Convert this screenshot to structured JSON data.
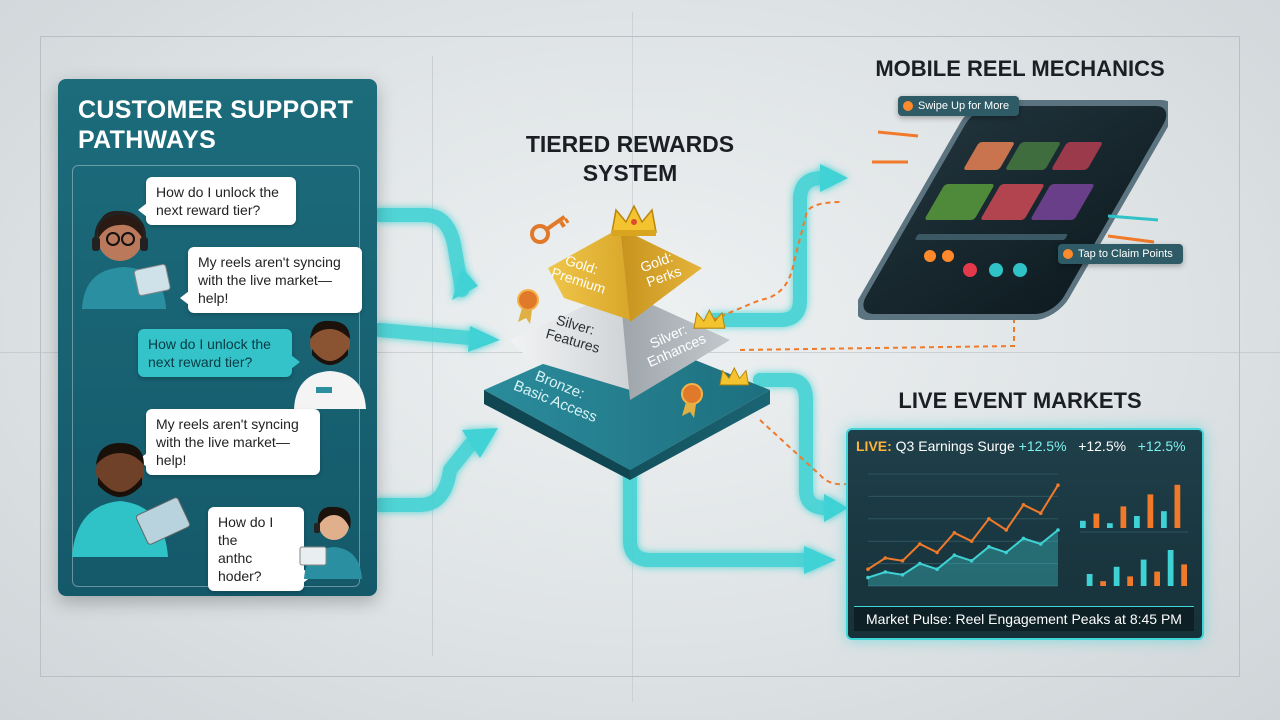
{
  "support": {
    "title_line1": "CUSTOMER SUPPORT",
    "title_line2": "PATHWAYS",
    "messages": [
      {
        "line1": "How do I unlock the",
        "line2": "next reward tier?"
      },
      {
        "line1": "My reels aren't syncing",
        "line2": "with the live market—help!"
      },
      {
        "line1": "How do I unlock the",
        "line2": "next reward tier?"
      },
      {
        "line1": "My reels aren't syncing",
        "line2": "with the live market—help!"
      },
      {
        "line1": "How do I the",
        "line2": "anthc hoder?"
      }
    ]
  },
  "rewards": {
    "title_line1": "TIERED REWARDS",
    "title_line2": "SYSTEM",
    "tiers": {
      "gold_left": [
        "Gold:",
        "Premium"
      ],
      "gold_right": [
        "Gold:",
        "Perks"
      ],
      "silver_left": [
        "Silver:",
        "Features"
      ],
      "silver_right": [
        "Silver:",
        "Enhances"
      ],
      "bronze": [
        "Bronze:",
        "Basic Access"
      ]
    }
  },
  "mobile": {
    "title": "MOBILE REEL MECHANICS",
    "swipe_label": "Swipe Up for More",
    "tap_label": "Tap to Claim Points"
  },
  "live": {
    "title": "LIVE EVENT MARKETS",
    "ticker_prefix": "LIVE:",
    "ticker_text": "Q3 Earnings Surge",
    "ticker_values": [
      "+12.5%",
      "+12.5%",
      "+12.5%"
    ],
    "pulse": "Market Pulse: Reel Engagement Peaks at 8:45 PM"
  },
  "colors": {
    "teal": "#34c3c8",
    "panel": "#1c6c7c",
    "gold": "#e2b534",
    "silver": "#c9cdd1",
    "bronze": "#1b6d7c",
    "orange": "#f07a2a"
  },
  "chart_data": {
    "type": "line",
    "series": [
      {
        "values": [
          12,
          20,
          18,
          30,
          24,
          38,
          32,
          48,
          40,
          58,
          52,
          72
        ]
      },
      {
        "values": [
          6,
          10,
          8,
          16,
          12,
          22,
          18,
          28,
          24,
          34,
          30,
          40
        ]
      }
    ],
    "bars": [
      {
        "values": [
          6,
          12,
          4,
          18,
          10,
          28,
          14,
          36
        ]
      },
      {
        "values": [
          10,
          4,
          16,
          8,
          22,
          12,
          30,
          18
        ]
      }
    ]
  }
}
